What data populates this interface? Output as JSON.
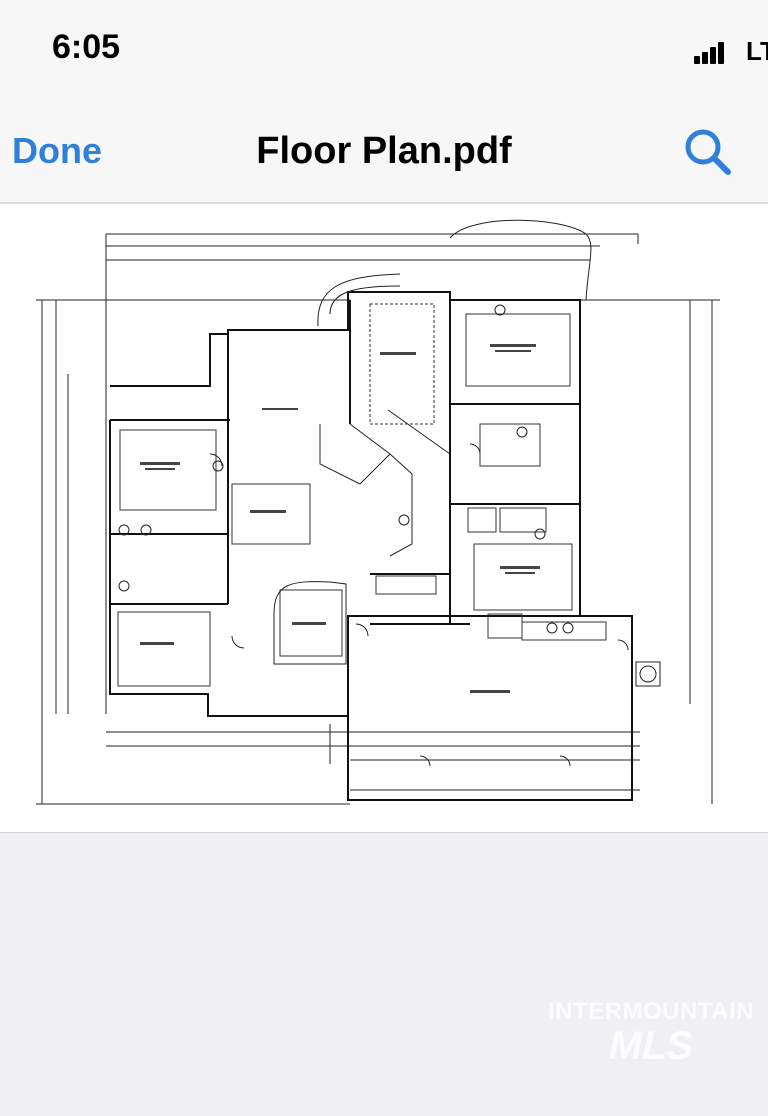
{
  "status_bar": {
    "time": "6:05",
    "carrier": "LTE",
    "icons": [
      "signal-bars-icon"
    ]
  },
  "nav_bar": {
    "done_label": "Done",
    "title": "Floor Plan.pdf",
    "search_icon": "search-icon"
  },
  "colors": {
    "accent": "#2f80d9",
    "bar_background": "#f7f7f8",
    "viewer_background": "#efeff4"
  },
  "watermark": {
    "line1": "INTERMOUNTAIN",
    "line2": "MLS"
  }
}
